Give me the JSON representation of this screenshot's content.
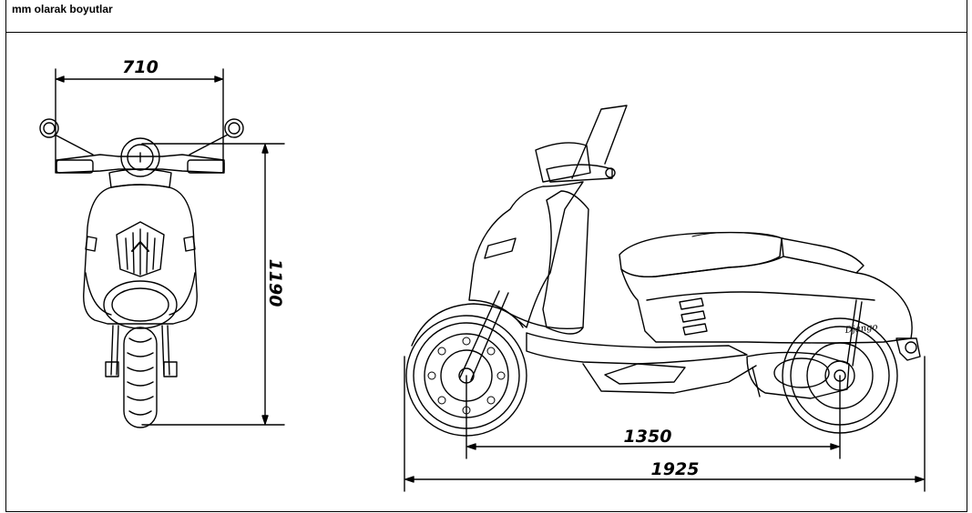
{
  "header": {
    "title": "mm olarak boyutlar"
  },
  "dimensions": {
    "width": "710",
    "height": "1190",
    "wheelbase": "1350",
    "length": "1925"
  },
  "brand_script": "Django"
}
